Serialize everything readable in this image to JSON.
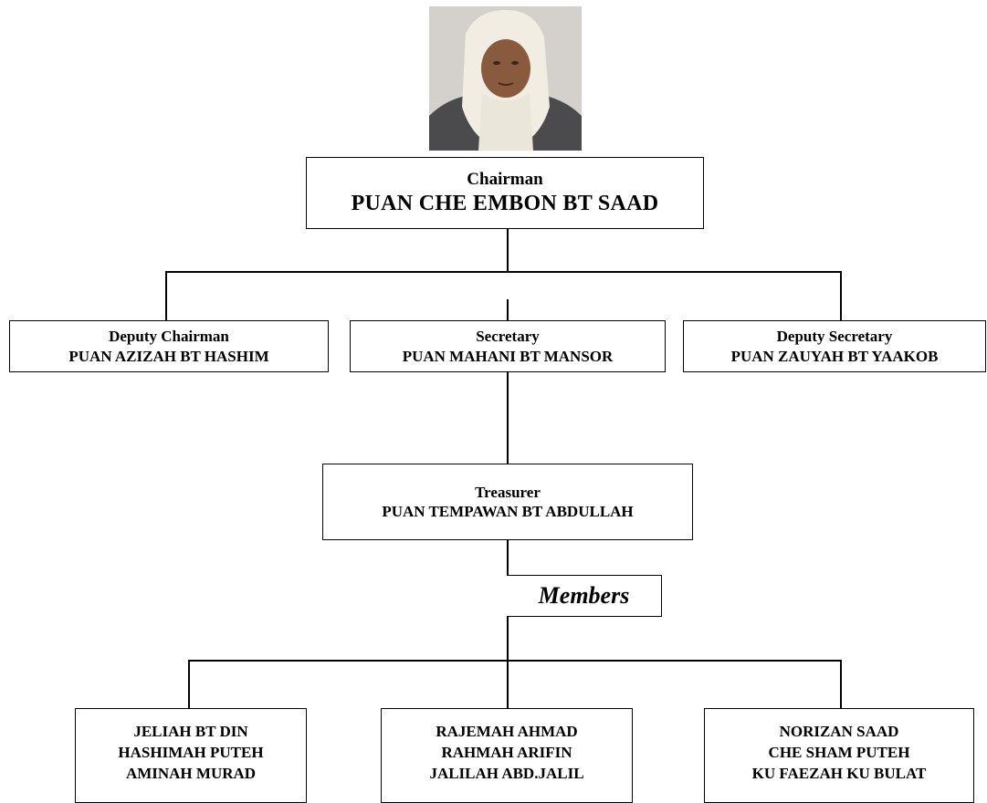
{
  "chairman": {
    "role": "Chairman",
    "name": "PUAN CHE EMBON BT SAAD",
    "photo": "portrait-photo"
  },
  "officers": [
    {
      "role": "Deputy Chairman",
      "name": "PUAN AZIZAH BT HASHIM"
    },
    {
      "role": "Secretary",
      "name": "PUAN MAHANI BT MANSOR"
    },
    {
      "role": "Deputy Secretary",
      "name": "PUAN ZAUYAH BT YAAKOB"
    }
  ],
  "treasurer": {
    "role": "Treasurer",
    "name": "PUAN TEMPAWAN BT ABDULLAH"
  },
  "members": {
    "label": "Members",
    "groups": [
      [
        "JELIAH BT DIN",
        "HASHIMAH PUTEH",
        "AMINAH MURAD"
      ],
      [
        "RAJEMAH AHMAD",
        "RAHMAH ARIFIN",
        "JALILAH ABD.JALIL"
      ],
      [
        "NORIZAN SAAD",
        "CHE SHAM PUTEH",
        "KU FAEZAH KU BULAT"
      ]
    ]
  }
}
